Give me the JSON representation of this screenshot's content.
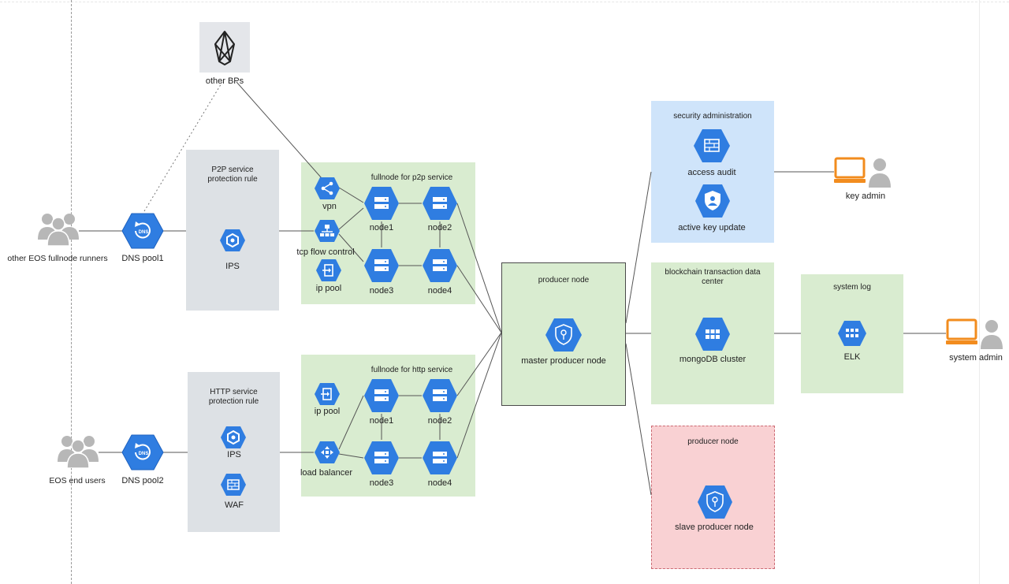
{
  "external": {
    "other_bps": "other BPs",
    "fullnode_runners": "other EOS fullnode runners",
    "end_users": "EOS end users",
    "dns_pool1": "DNS pool1",
    "dns_pool2": "DNS pool2",
    "dns_badge": "DNS"
  },
  "p2p_protection": {
    "title": "P2P service protection rule",
    "ips": "IPS"
  },
  "http_protection": {
    "title": "HTTP service protection rule",
    "ips": "IPS",
    "waf": "WAF"
  },
  "p2p_cluster": {
    "title": "fullnode for p2p service",
    "vpn": "vpn",
    "tcp_flow": "tcp flow control",
    "ip_pool": "ip pool",
    "nodes": [
      "node1",
      "node2",
      "node3",
      "node4"
    ]
  },
  "http_cluster": {
    "title": "fullnode for http service",
    "ip_pool": "ip pool",
    "load_balancer": "load balancer",
    "nodes": [
      "node1",
      "node2",
      "node3",
      "node4"
    ]
  },
  "producer": {
    "title": "producer node",
    "master": "master producer node"
  },
  "slave": {
    "title": "producer node",
    "label": "slave producer node"
  },
  "security": {
    "title": "security administration",
    "access_audit": "access audit",
    "active_key": "active key update"
  },
  "datacenter": {
    "title": "blockchain transaction data center",
    "mongo": "mongoDB cluster"
  },
  "syslog": {
    "title": "system log",
    "elk": "ELK"
  },
  "admins": {
    "key_admin": "key admin",
    "system_admin": "system admin"
  },
  "colors": {
    "hex_blue": "#2f7de1",
    "gray_zone": "#dde1e5",
    "green_zone": "#d9ecd0",
    "blue_zone": "#cfe4fa",
    "pink_zone": "#f9d1d3",
    "monitor_orange": "#f28c1e"
  }
}
